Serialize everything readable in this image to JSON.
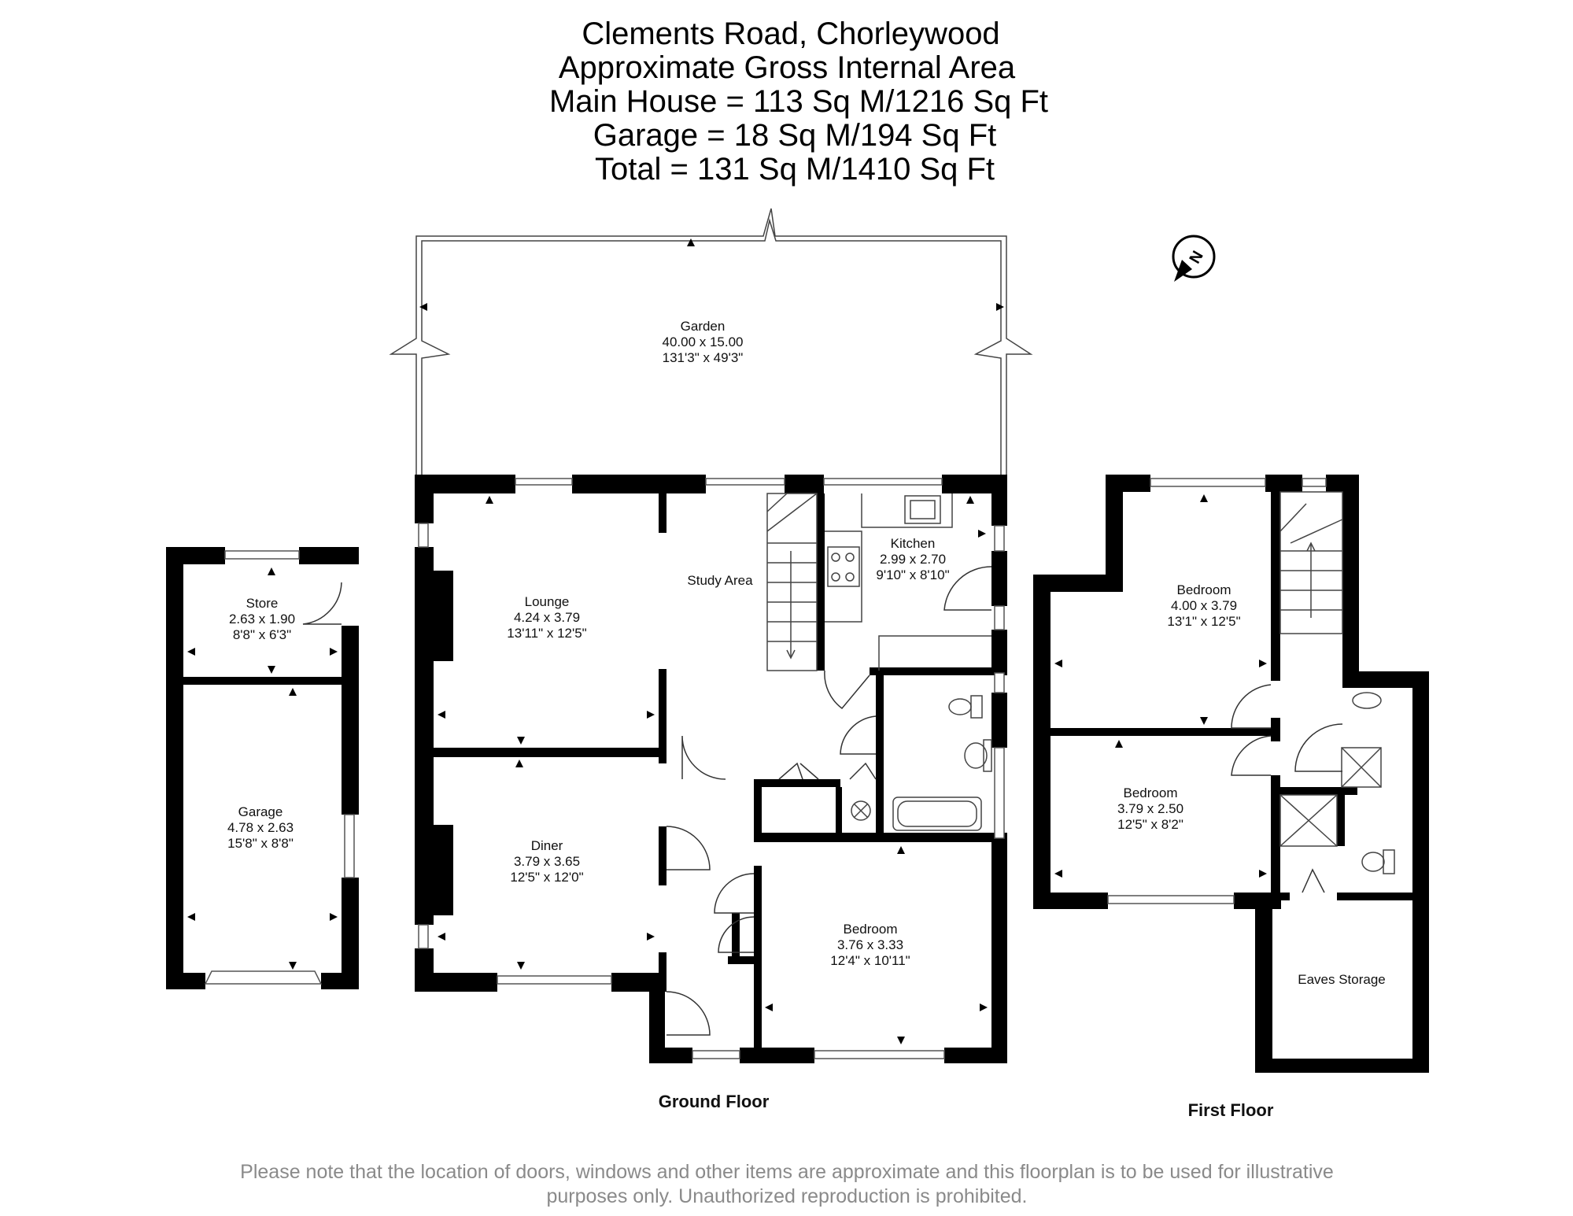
{
  "header": {
    "title_lines": [
      "Clements Road, Chorleywood",
      "Approximate Gross Internal Area",
      "Main House = 113 Sq M/1216 Sq Ft",
      "Garage = 18 Sq M/194 Sq Ft",
      "Total = 131 Sq M/1410 Sq Ft"
    ]
  },
  "compass": {
    "label": "N",
    "icon": "north-compass-icon"
  },
  "rooms": {
    "garden": {
      "name": "Garden",
      "metric": "40.00 x 15.00",
      "imperial": "131'3\" x 49'3\""
    },
    "lounge": {
      "name": "Lounge",
      "metric": "4.24 x 3.79",
      "imperial": "13'11\" x 12'5\""
    },
    "study": {
      "name": "Study Area"
    },
    "kitchen": {
      "name": "Kitchen",
      "metric": "2.99 x 2.70",
      "imperial": "9'10\" x 8'10\""
    },
    "diner": {
      "name": "Diner",
      "metric": "3.79 x 3.65",
      "imperial": "12'5\" x 12'0\""
    },
    "bedroom_ground": {
      "name": "Bedroom",
      "metric": "3.76 x 3.33",
      "imperial": "12'4\" x 10'11\""
    },
    "store": {
      "name": "Store",
      "metric": "2.63 x 1.90",
      "imperial": "8'8\" x 6'3\""
    },
    "garage": {
      "name": "Garage",
      "metric": "4.78 x 2.63",
      "imperial": "15'8\" x 8'8\""
    },
    "bedroom_first_1": {
      "name": "Bedroom",
      "metric": "4.00 x 3.79",
      "imperial": "13'1\" x 12'5\""
    },
    "bedroom_first_2": {
      "name": "Bedroom",
      "metric": "3.79 x 2.50",
      "imperial": "12'5\" x 8'2\""
    },
    "eaves": {
      "name": "Eaves Storage"
    }
  },
  "floors": {
    "ground": "Ground Floor",
    "first": "First Floor"
  },
  "disclaimer": {
    "line1": "Please note that the location of doors, windows and other items are approximate and this floorplan is to be used for illustrative",
    "line2": "purposes only. Unauthorized reproduction is prohibited."
  },
  "colors": {
    "walls": "#000000",
    "background": "#ffffff",
    "disclaimer": "#8a8a8a"
  }
}
